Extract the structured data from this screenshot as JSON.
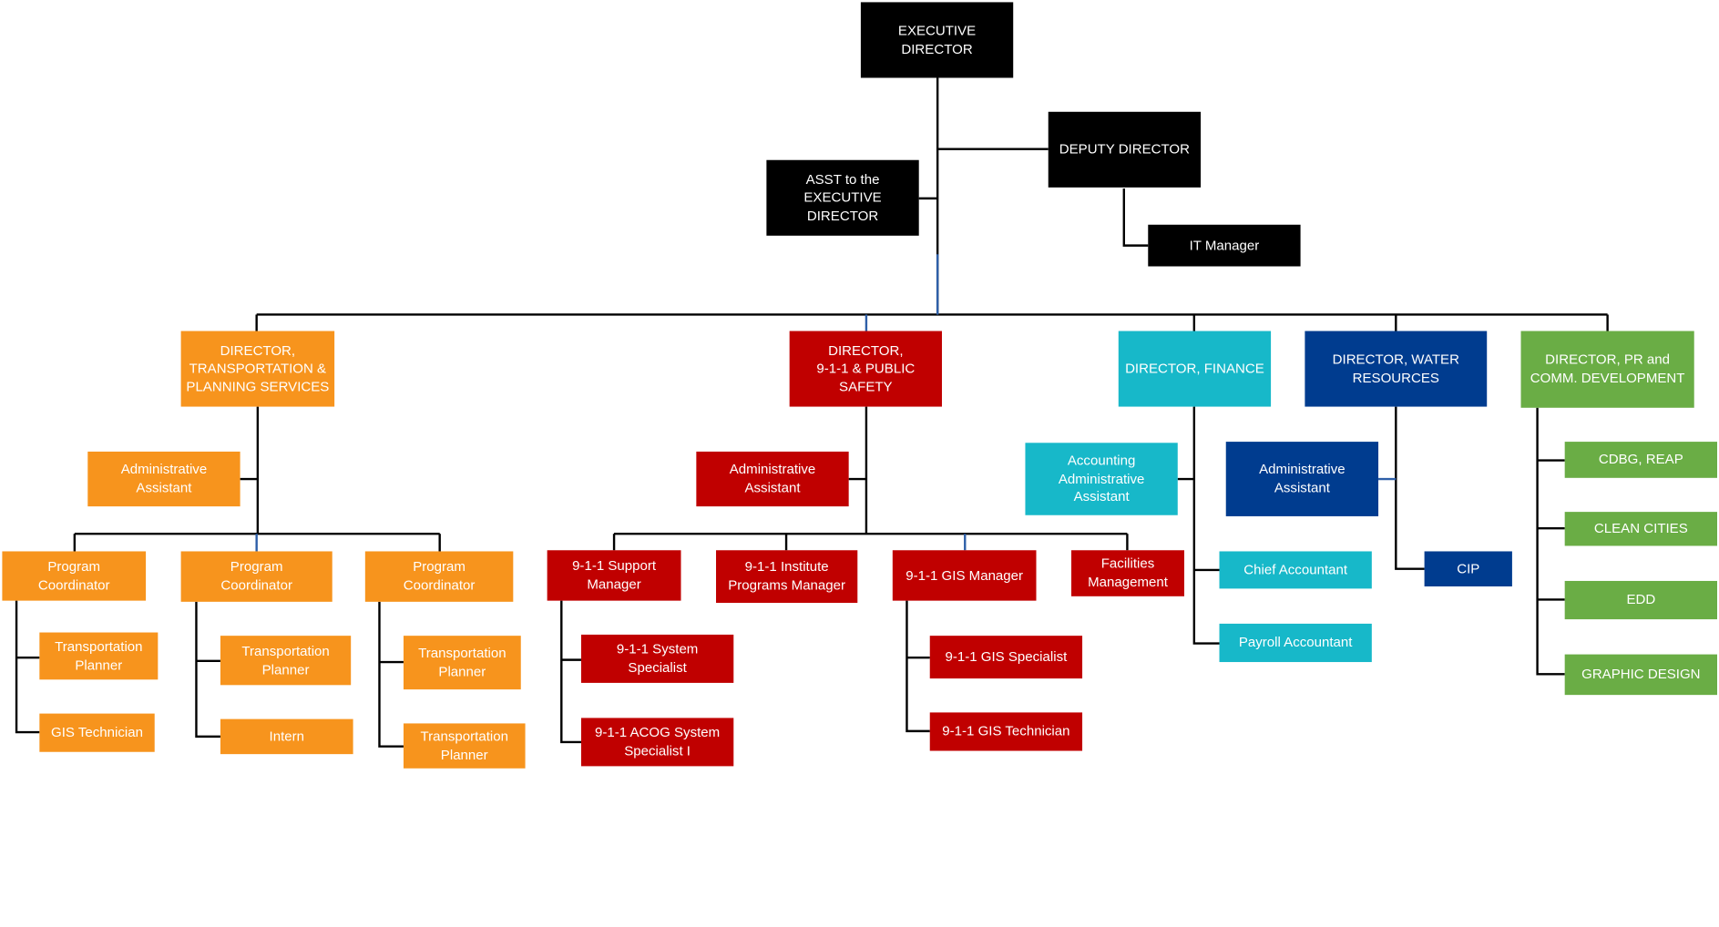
{
  "colors": {
    "executive": "#000000",
    "transportation": "#f7941d",
    "public_safety": "#c00000",
    "finance": "#17b8c9",
    "water": "#003c8f",
    "pr": "#6aad45",
    "connector": "#000000",
    "connector_accent": "#2e5fa8"
  },
  "executive": {
    "director": "EXECUTIVE\nDIRECTOR",
    "deputy": "DEPUTY DIRECTOR",
    "asst": "ASST to the\nEXECUTIVE DIRECTOR",
    "it_manager": "IT Manager"
  },
  "transportation": {
    "director": "DIRECTOR,\nTRANSPORTATION &\nPLANNING SERVICES",
    "admin": "Administrative\nAssistant",
    "coord1": "Program\nCoordinator",
    "coord2": "Program\nCoordinator",
    "coord3": "Program\nCoordinator",
    "c1_planner": "Transportation\nPlanner",
    "c1_gis": "GIS Technician",
    "c2_planner": "Transportation\nPlanner",
    "c2_intern": "Intern",
    "c3_planner1": "Transportation\nPlanner",
    "c3_planner2": "Transportation\nPlanner"
  },
  "public_safety": {
    "director": "DIRECTOR,\n9-1-1 & PUBLIC\nSAFETY",
    "admin": "Administrative\nAssistant",
    "support_mgr": "9-1-1 Support\nManager",
    "institute_mgr": "9-1-1 Institute\nPrograms Manager",
    "gis_mgr": "9-1-1 GIS Manager",
    "facilities": "Facilities\nManagement",
    "system_specialist": "9-1-1 System\nSpecialist",
    "acog_specialist": "9-1-1 ACOG System\nSpecialist I",
    "gis_specialist": "9-1-1 GIS Specialist",
    "gis_technician": "9-1-1 GIS Technician"
  },
  "finance": {
    "director": "DIRECTOR, FINANCE",
    "accounting_admin": "Accounting\nAdministrative\nAssistant",
    "chief_accountant": "Chief Accountant",
    "payroll": "Payroll Accountant"
  },
  "water": {
    "director": "DIRECTOR, WATER\nRESOURCES",
    "admin": "Administrative\nAssistant",
    "cip": "CIP"
  },
  "pr": {
    "director": "DIRECTOR, PR and\nCOMM. DEVELOPMENT",
    "cdbg": "CDBG, REAP",
    "clean_cities": "CLEAN CITIES",
    "edd": "EDD",
    "graphic_design": "GRAPHIC DESIGN"
  }
}
